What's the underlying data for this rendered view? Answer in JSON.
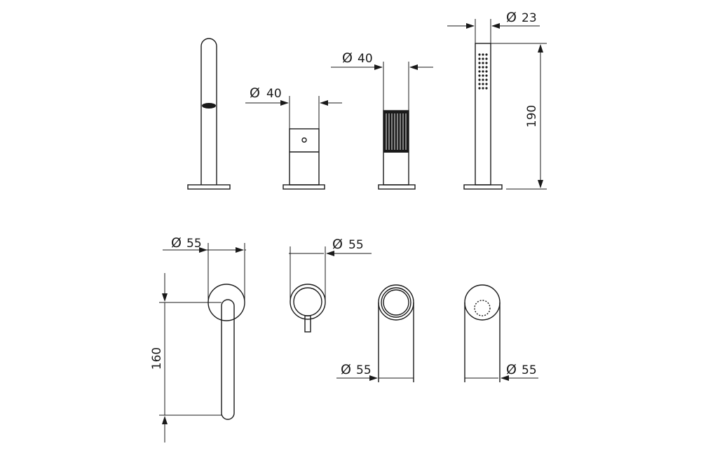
{
  "dimensions": {
    "top_d40_a": {
      "symbol": "Ø",
      "value": "40"
    },
    "top_d40_b": {
      "symbol": "Ø",
      "value": "40"
    },
    "top_d23": {
      "symbol": "Ø",
      "value": "23"
    },
    "top_h190": {
      "value": "190"
    },
    "bot_d55_a": {
      "symbol": "Ø",
      "value": "55"
    },
    "bot_d55_b": {
      "symbol": "Ø",
      "value": "55"
    },
    "bot_d55_c": {
      "symbol": "Ø",
      "value": "55"
    },
    "bot_d55_d": {
      "symbol": "Ø",
      "value": "55"
    },
    "bot_h160": {
      "value": "160"
    }
  },
  "colors": {
    "line": "#1a1a1a",
    "background": "#ffffff"
  }
}
